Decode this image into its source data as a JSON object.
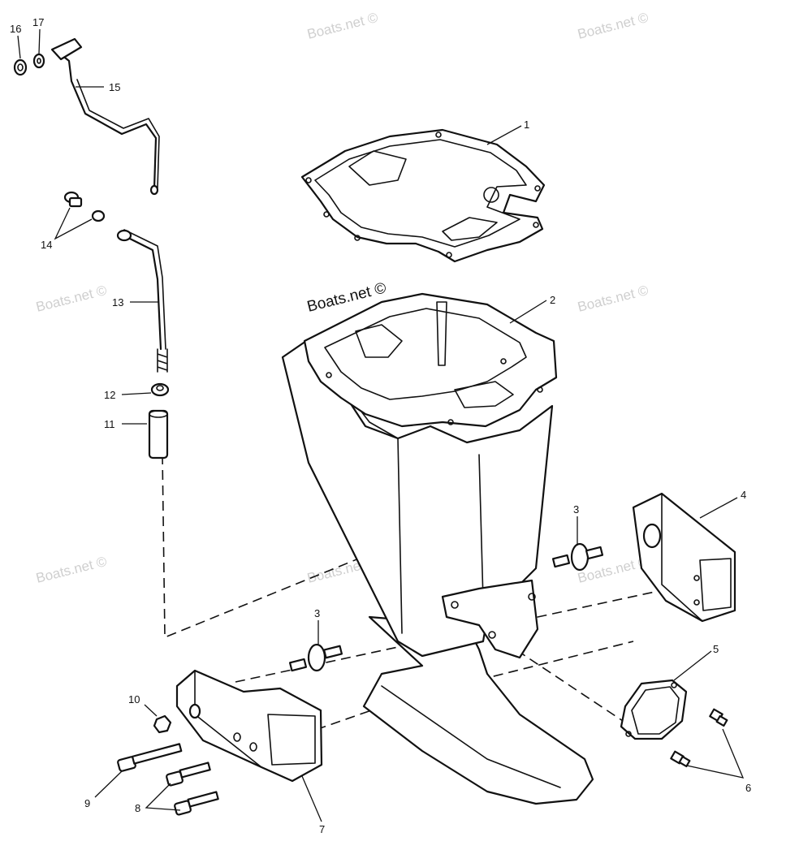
{
  "watermarks": {
    "text": "Boats.net ©",
    "dark_text": "Boats.net ©"
  },
  "callouts": {
    "c1": "1",
    "c2": "2",
    "c3a": "3",
    "c3b": "3",
    "c4": "4",
    "c5": "5",
    "c6": "6",
    "c7": "7",
    "c8": "8",
    "c9": "9",
    "c10": "10",
    "c11": "11",
    "c12": "12",
    "c13": "13",
    "c14": "14",
    "c15": "15",
    "c16": "16",
    "c17": "17"
  },
  "colors": {
    "line": "#111111",
    "watermark": "#cfcfcf",
    "background": "#ffffff"
  }
}
